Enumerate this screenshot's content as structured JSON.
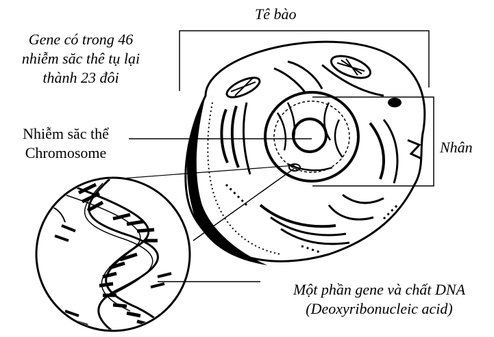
{
  "labels": {
    "cell": "Tê bào",
    "gene_line1": "Gene có trong 46",
    "gene_line2": "nhiễm săc thê tụ lại",
    "gene_line3": "thành 23 đôi",
    "chromosome_line1": "Nhiễm săc thể",
    "chromosome_line2": "Chromosome",
    "nucleus": "Nhân",
    "dna_line1": "Một phần gene và chất DNA",
    "dna_line2": "(Deoxyribonucleic acid)"
  },
  "colors": {
    "ink": "#000000",
    "paper": "#ffffff"
  }
}
